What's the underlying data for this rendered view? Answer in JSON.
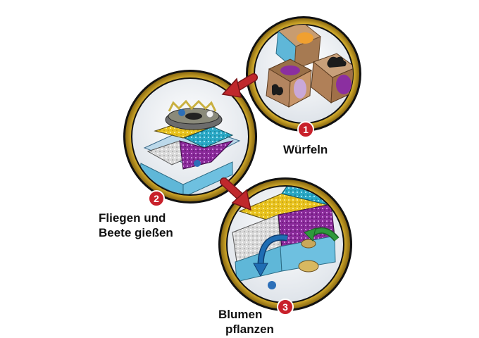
{
  "steps": [
    {
      "number": "1",
      "label": "Würfeln"
    },
    {
      "number": "2",
      "label_line1": "Fliegen und",
      "label_line2": "Beete gießen"
    },
    {
      "number": "3",
      "label_line1": "Blumen",
      "label_line2": "pflanzen"
    }
  ],
  "colors": {
    "ring_gold": "#c9a227",
    "ring_dark": "#111111",
    "badge_red": "#c8202a",
    "arrow_red": "#c0282c",
    "bed_yellow": "#e8c21e",
    "bed_cyan": "#2aa9c6",
    "bed_purple": "#8a2a9a",
    "bed_white": "#e6e6e6",
    "die_wood": "#b88a62",
    "green_arrow": "#2e9a3c",
    "blue_arrow": "#1f6db3"
  },
  "icons": [
    "die-icon",
    "fly-icon",
    "flower-icon",
    "watering-can-icon"
  ]
}
